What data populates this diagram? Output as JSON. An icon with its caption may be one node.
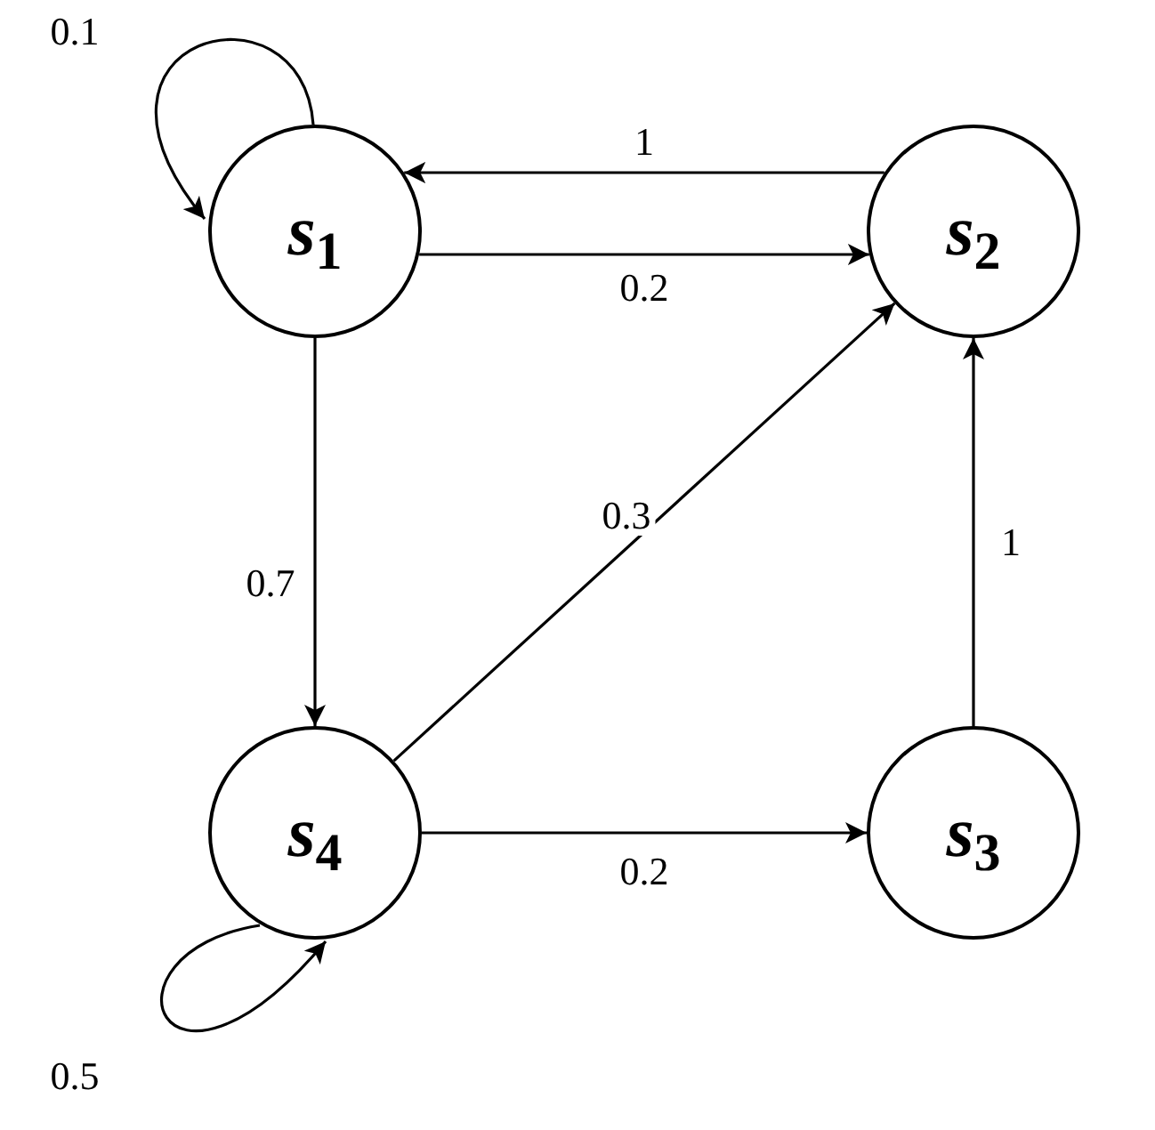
{
  "diagram": {
    "nodes": [
      {
        "text": [
          "*s*$_{1}$"
        ]
      },
      {
        "text": [
          "*s*$_{2}$"
        ]
      },
      {
        "text": [
          "*s*$_{3}$"
        ]
      },
      {
        "text": [
          "*s*$_{4}$"
        ]
      }
    ],
    "edges": [
      {
        "from": 0,
        "to": 0,
        "arrow": "to",
        "label": "0.1"
      },
      {
        "from": 1,
        "to": 0,
        "arrow": "to",
        "label": "1"
      },
      {
        "from": 0,
        "to": 1,
        "arrow": "to",
        "label": "0.2"
      },
      {
        "from": 0,
        "to": 3,
        "arrow": "to",
        "label": "0.7"
      },
      {
        "from": 3,
        "to": 1,
        "arrow": "to",
        "label": "0.3"
      },
      {
        "from": 2,
        "to": 1,
        "arrow": "to",
        "label": "1"
      },
      {
        "from": 3,
        "to": 2,
        "arrow": "to",
        "label": "0.2"
      },
      {
        "from": 3,
        "to": 3,
        "arrow": "to",
        "label": "0.5"
      }
    ]
  }
}
